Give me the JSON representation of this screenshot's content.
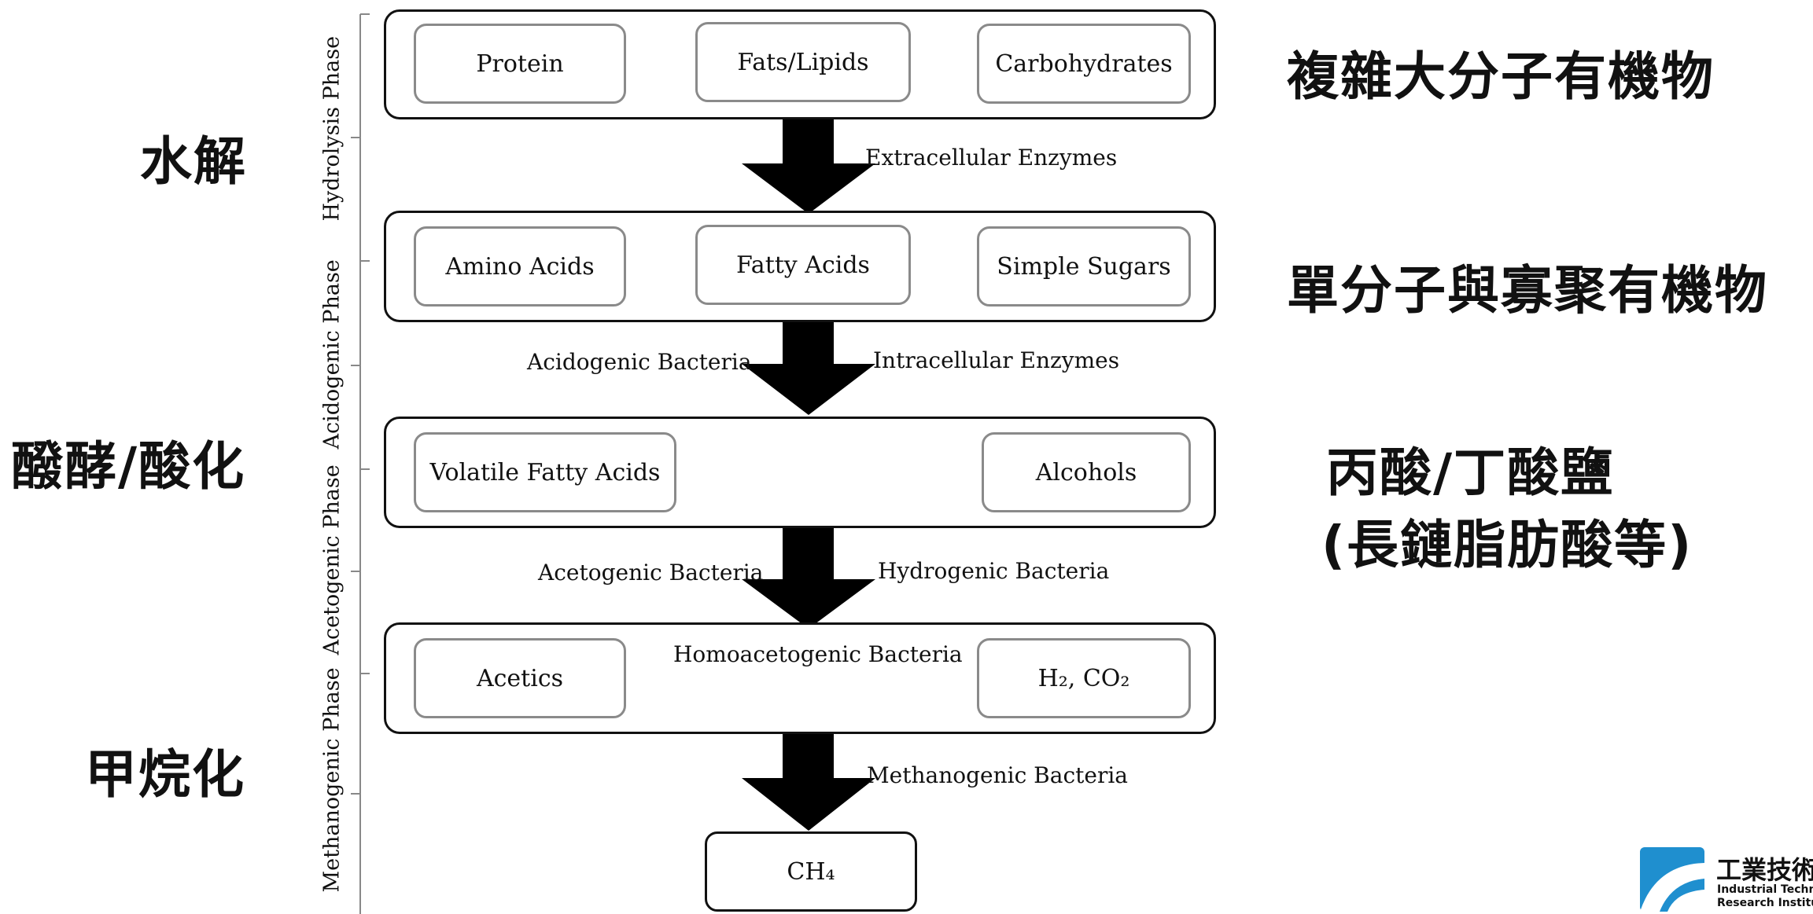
{
  "diagram": {
    "phases": [
      {
        "id": "hydrolysis",
        "label": "Hydrolysis Phase"
      },
      {
        "id": "acidogenic",
        "label": "Acidogenic Phase"
      },
      {
        "id": "acetogenic",
        "label": "Acetogenic Phase"
      },
      {
        "id": "methanogenic",
        "label": "Methanogenic Phase"
      }
    ],
    "stages": {
      "complex": {
        "protein": "Protein",
        "fats": "Fats/Lipids",
        "carbs": "Carbohydrates"
      },
      "monomers": {
        "amino": "Amino Acids",
        "fatty": "Fatty Acids",
        "sugars": "Simple Sugars"
      },
      "intermediates": {
        "vfa": "Volatile Fatty Acids",
        "alcohols": "Alcohols"
      },
      "acetate": {
        "acetics": "Acetics",
        "h2co2": "H₂, CO₂"
      },
      "product": {
        "ch4": "CH₄"
      }
    },
    "arrows": {
      "a1": {
        "right": "Extracellular Enzymes"
      },
      "a2": {
        "left": "Acidogenic Bacteria",
        "right": "Intracellular Enzymes"
      },
      "a3": {
        "left": "Acetogenic Bacteria",
        "right": "Hydrogenic Bacteria"
      },
      "a4": {
        "center": "Homoacetogenic Bacteria"
      },
      "a5": {
        "right": "Methanogenic Bacteria"
      }
    }
  },
  "annotations": {
    "left": {
      "hydrolysis": "水解",
      "acidification": "醱酵/酸化",
      "methanation": "甲烷化"
    },
    "right": {
      "complex": "複雜大分子有機物",
      "monomers": "單分子與寡聚有機物",
      "acids_line1": "丙酸/丁酸鹽",
      "acids_line2": "(長鏈脂肪酸等)"
    }
  },
  "logo": {
    "name_zh": "工業技術",
    "name_en_line1": "Industrial Techno",
    "name_en_line2": "Research Institut"
  }
}
